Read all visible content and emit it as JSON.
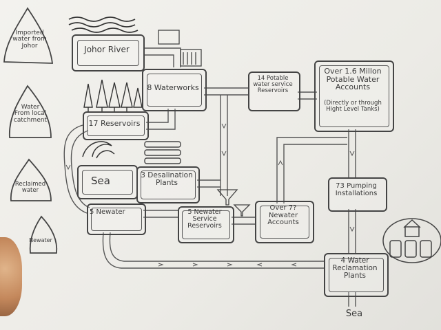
{
  "legend": [
    {
      "id": "imported",
      "text": "Imported\nwater from\nJohor"
    },
    {
      "id": "catchment",
      "text": "Water\nFrom local\ncatchment"
    },
    {
      "id": "reclaimed",
      "text": "Reclaimed\nwater"
    },
    {
      "id": "newater",
      "text": "Newater"
    }
  ],
  "nodes": {
    "johor_river": "Johor River",
    "waterworks": "8 Waterworks",
    "potable_reservoirs": "14 Potable\nwater service\nReservoirs",
    "accounts": "Over 1.6 Millon\nPotable Water\nAccounts",
    "accounts_note": "(Directly or through\nHight Level Tanks)",
    "reservoirs": "17 Reservoirs",
    "sea_box": "Sea",
    "desalination": "3 Desalination\nPlants",
    "pumping": "73 Pumping\nInstallations",
    "newater_plants": "5 Newater",
    "newater_reservoirs": "5 Newater\nService\nReservoirs",
    "newater_accounts": "Over 7?\nNewater\nAccounts",
    "reclamation": "4 Water\nReclamation\nPlants",
    "sea_outlet": "Sea"
  },
  "colors": {
    "ink": "#444444",
    "paper": "#eeede9"
  }
}
